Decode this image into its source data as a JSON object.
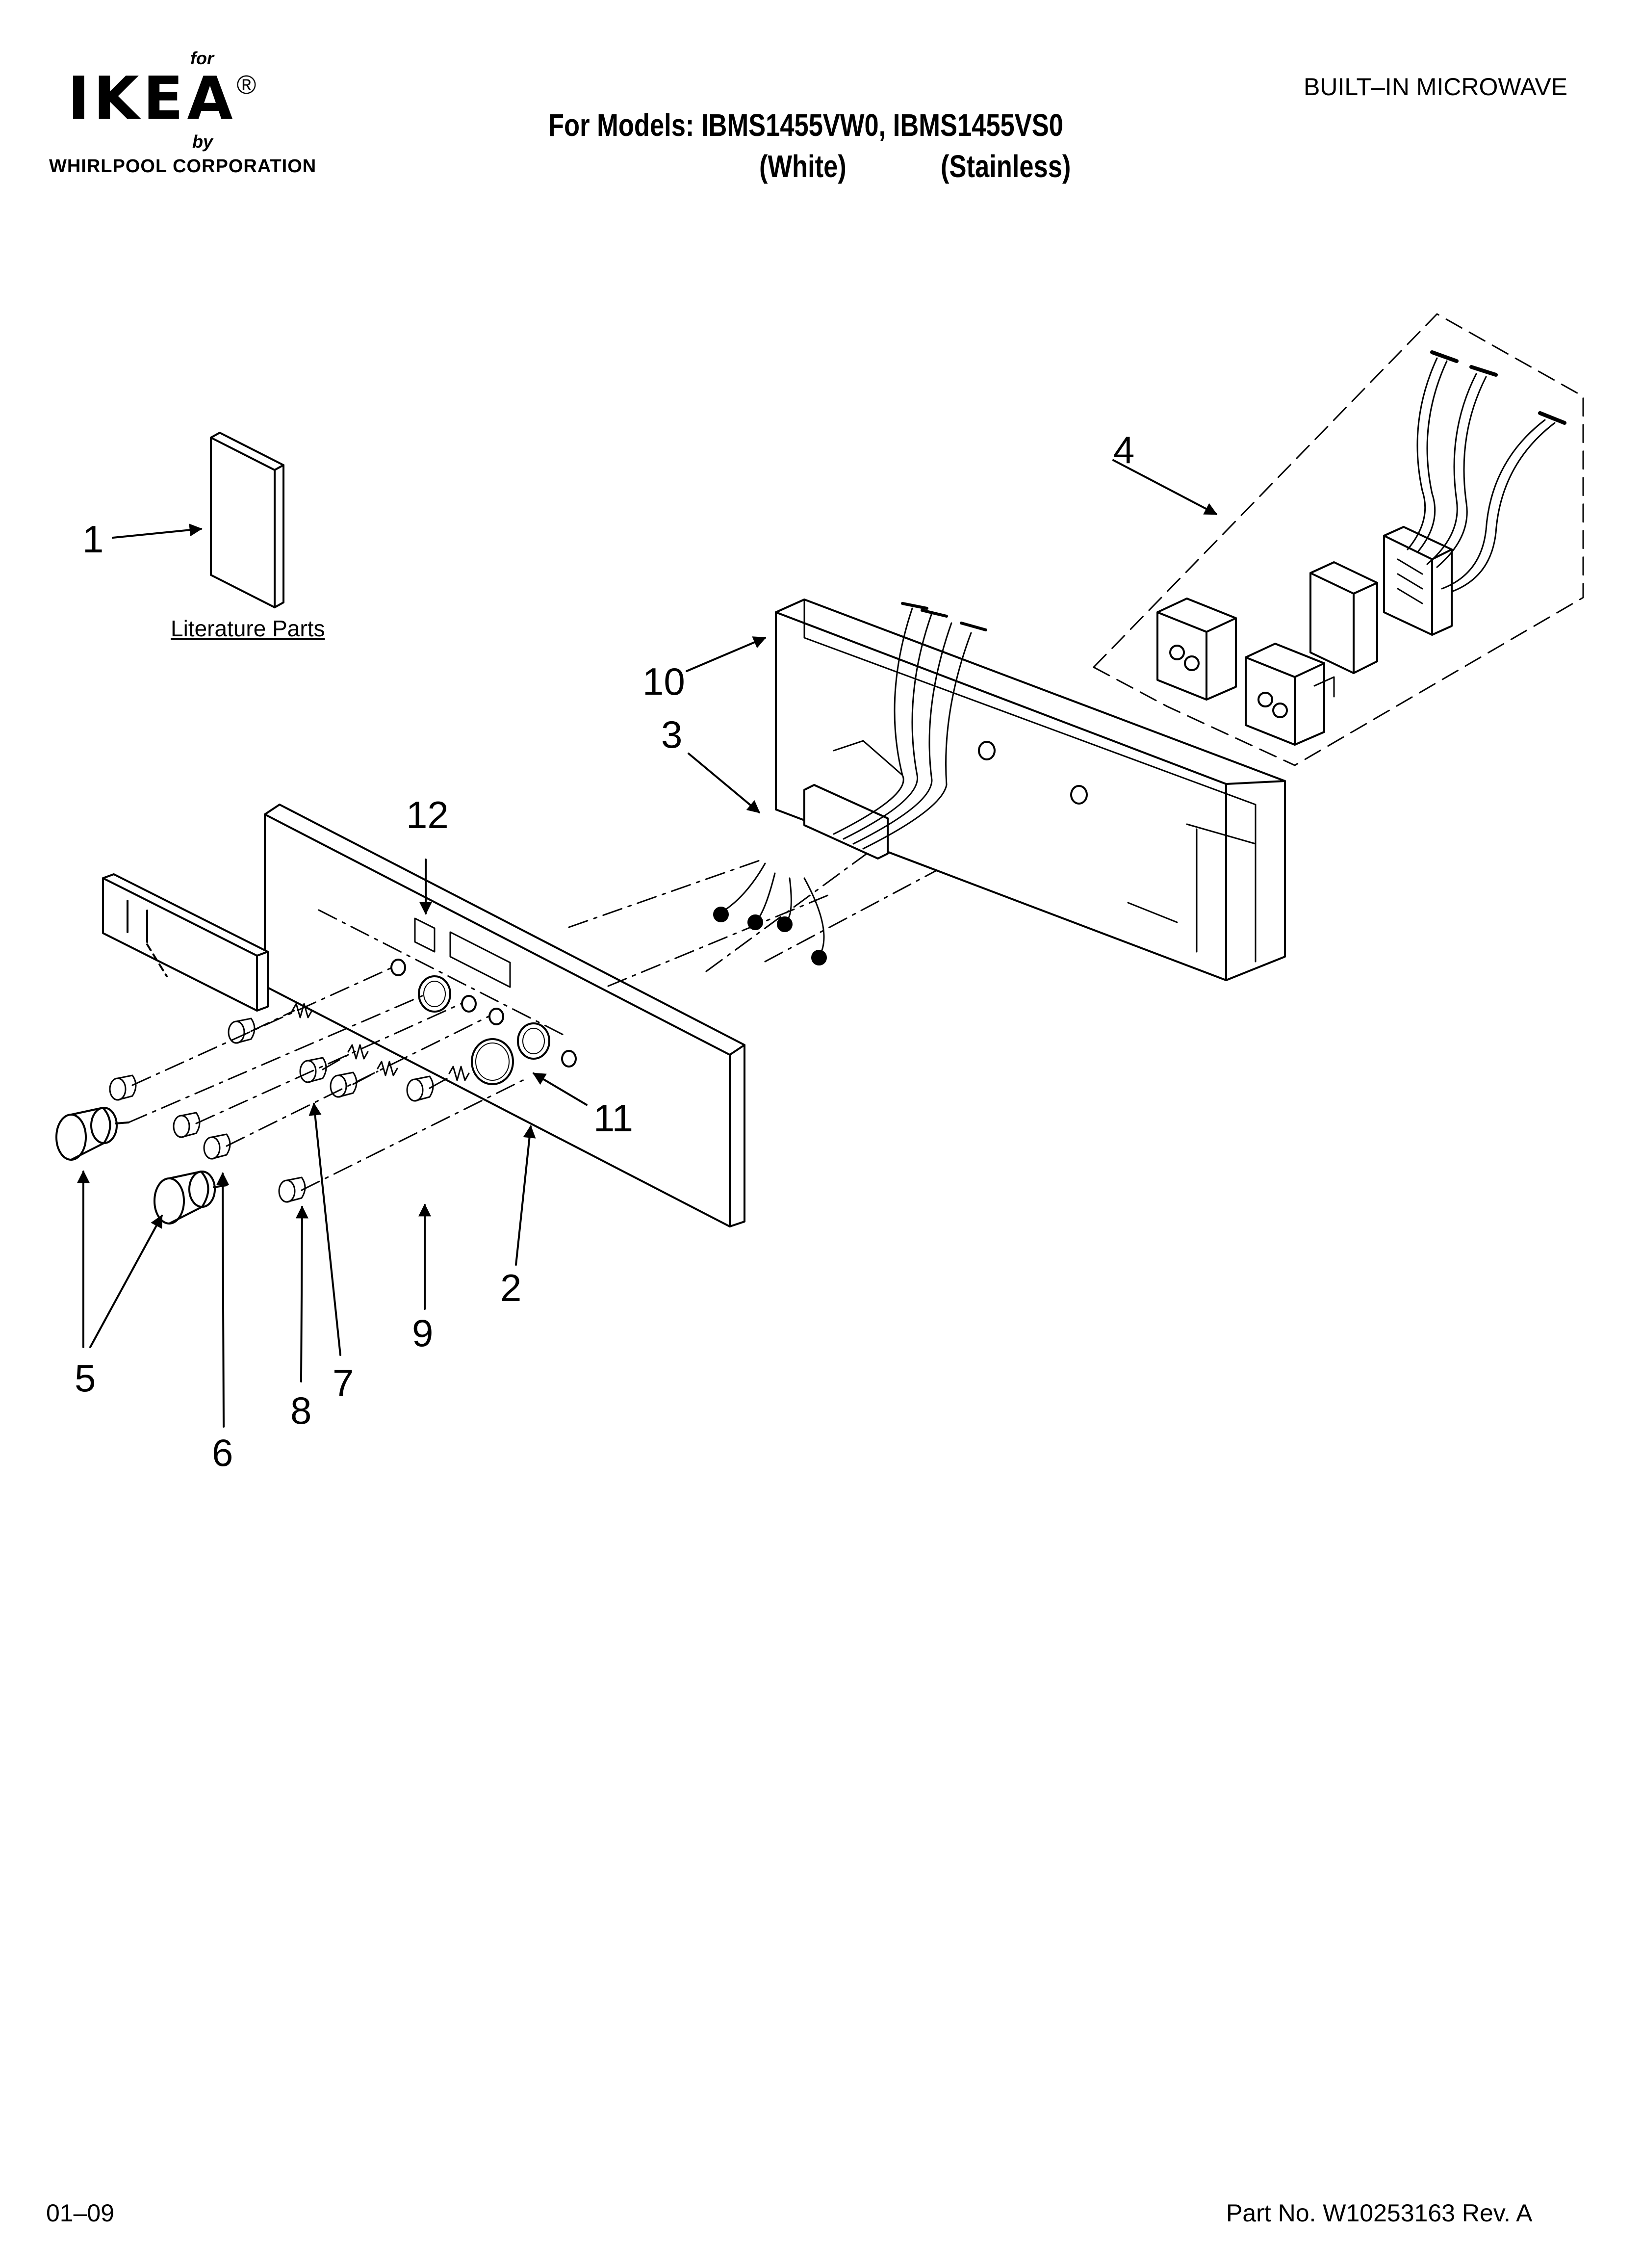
{
  "header": {
    "logo": {
      "for": "for",
      "wordmark": "IKEA",
      "registered": "®",
      "by": "by",
      "corporation": "WHIRLPOOL CORPORATION"
    },
    "models_line": "For Models: IBMS1455VW0, IBMS1455VS0",
    "variant_white": "(White)",
    "variant_stainless": "(Stainless)",
    "product_type": "BUILT–IN MICROWAVE"
  },
  "diagram": {
    "literature_label": "Literature Parts",
    "callouts": [
      "1",
      "2",
      "3",
      "4",
      "5",
      "6",
      "7",
      "8",
      "9",
      "10",
      "11",
      "12"
    ]
  },
  "footer": {
    "date_code": "01–09",
    "part_number": "Part No. W10253163 Rev. A"
  },
  "colors": {
    "ink": "#000000",
    "paper": "#ffffff"
  }
}
